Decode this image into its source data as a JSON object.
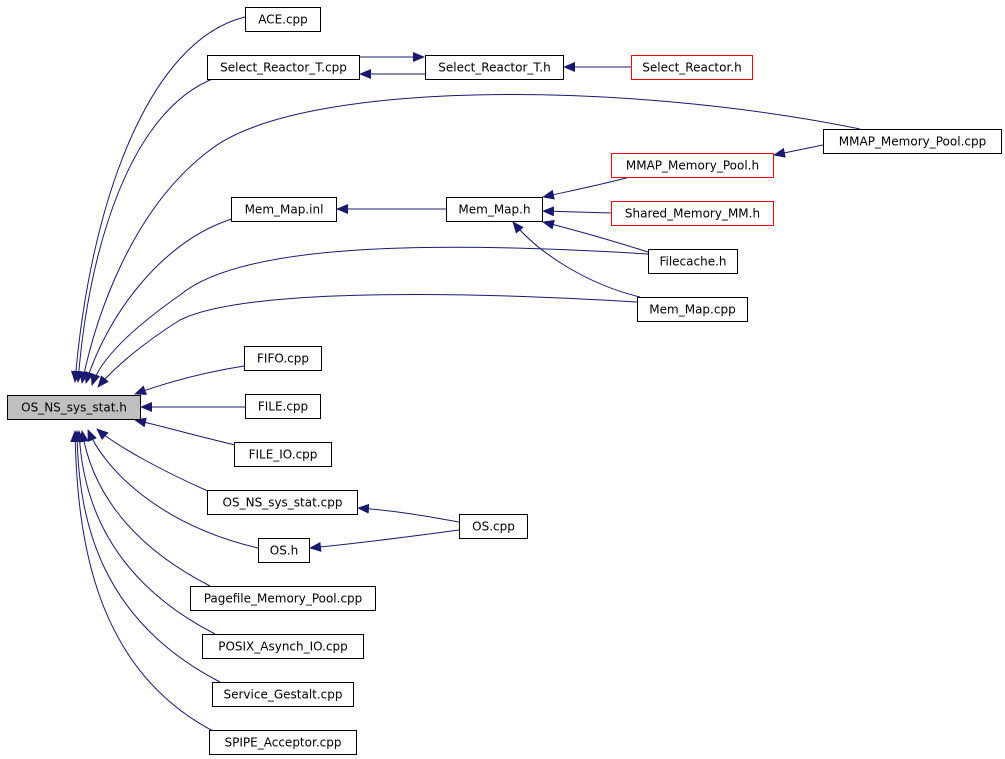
{
  "graph": {
    "colors": {
      "edge": "#191970",
      "arrowhead": "#191970",
      "node_border": "#000000",
      "external_node_border": "#ff0000",
      "root_fill": "#bfbfbf",
      "node_fill": "#ffffff"
    },
    "nodes": [
      {
        "id": "os_ns_sys_stat_h",
        "label": "OS_NS_sys_stat.h",
        "root": true
      },
      {
        "id": "ace_cpp",
        "label": "ACE.cpp"
      },
      {
        "id": "select_reactor_t_cpp",
        "label": "Select_Reactor_T.cpp"
      },
      {
        "id": "select_reactor_t_h",
        "label": "Select_Reactor_T.h"
      },
      {
        "id": "select_reactor_h",
        "label": "Select_Reactor.h",
        "external": true
      },
      {
        "id": "mmap_memory_pool_cpp",
        "label": "MMAP_Memory_Pool.cpp"
      },
      {
        "id": "mmap_memory_pool_h",
        "label": "MMAP_Memory_Pool.h",
        "external": true
      },
      {
        "id": "mem_map_inl",
        "label": "Mem_Map.inl"
      },
      {
        "id": "mem_map_h",
        "label": "Mem_Map.h"
      },
      {
        "id": "shared_memory_mm_h",
        "label": "Shared_Memory_MM.h",
        "external": true
      },
      {
        "id": "filecache_h",
        "label": "Filecache.h"
      },
      {
        "id": "mem_map_cpp",
        "label": "Mem_Map.cpp"
      },
      {
        "id": "fifo_cpp",
        "label": "FIFO.cpp"
      },
      {
        "id": "file_cpp",
        "label": "FILE.cpp"
      },
      {
        "id": "file_io_cpp",
        "label": "FILE_IO.cpp"
      },
      {
        "id": "os_ns_sys_stat_cpp",
        "label": "OS_NS_sys_stat.cpp"
      },
      {
        "id": "os_cpp",
        "label": "OS.cpp"
      },
      {
        "id": "os_h",
        "label": "OS.h"
      },
      {
        "id": "pagefile_memory_pool_cpp",
        "label": "Pagefile_Memory_Pool.cpp"
      },
      {
        "id": "posix_asynch_io_cpp",
        "label": "POSIX_Asynch_IO.cpp"
      },
      {
        "id": "service_gestalt_cpp",
        "label": "Service_Gestalt.cpp"
      },
      {
        "id": "spipe_acceptor_cpp",
        "label": "SPIPE_Acceptor.cpp"
      }
    ],
    "edges": [
      {
        "from": "ace_cpp",
        "to": "os_ns_sys_stat_h"
      },
      {
        "from": "select_reactor_t_cpp",
        "to": "os_ns_sys_stat_h"
      },
      {
        "from": "mmap_memory_pool_cpp",
        "to": "os_ns_sys_stat_h"
      },
      {
        "from": "mem_map_inl",
        "to": "os_ns_sys_stat_h"
      },
      {
        "from": "filecache_h",
        "to": "os_ns_sys_stat_h"
      },
      {
        "from": "mem_map_cpp",
        "to": "os_ns_sys_stat_h"
      },
      {
        "from": "fifo_cpp",
        "to": "os_ns_sys_stat_h"
      },
      {
        "from": "file_cpp",
        "to": "os_ns_sys_stat_h"
      },
      {
        "from": "file_io_cpp",
        "to": "os_ns_sys_stat_h"
      },
      {
        "from": "os_ns_sys_stat_cpp",
        "to": "os_ns_sys_stat_h"
      },
      {
        "from": "os_h",
        "to": "os_ns_sys_stat_h"
      },
      {
        "from": "pagefile_memory_pool_cpp",
        "to": "os_ns_sys_stat_h"
      },
      {
        "from": "posix_asynch_io_cpp",
        "to": "os_ns_sys_stat_h"
      },
      {
        "from": "service_gestalt_cpp",
        "to": "os_ns_sys_stat_h"
      },
      {
        "from": "spipe_acceptor_cpp",
        "to": "os_ns_sys_stat_h"
      },
      {
        "from": "select_reactor_t_h",
        "to": "select_reactor_t_cpp"
      },
      {
        "from": "select_reactor_t_cpp",
        "to": "select_reactor_t_h"
      },
      {
        "from": "select_reactor_h",
        "to": "select_reactor_t_h"
      },
      {
        "from": "mmap_memory_pool_cpp",
        "to": "mmap_memory_pool_h"
      },
      {
        "from": "mem_map_h",
        "to": "mem_map_inl"
      },
      {
        "from": "mmap_memory_pool_h",
        "to": "mem_map_h"
      },
      {
        "from": "shared_memory_mm_h",
        "to": "mem_map_h"
      },
      {
        "from": "filecache_h",
        "to": "mem_map_h"
      },
      {
        "from": "mem_map_cpp",
        "to": "mem_map_h"
      },
      {
        "from": "os_cpp",
        "to": "os_ns_sys_stat_cpp"
      },
      {
        "from": "os_cpp",
        "to": "os_h"
      }
    ]
  }
}
